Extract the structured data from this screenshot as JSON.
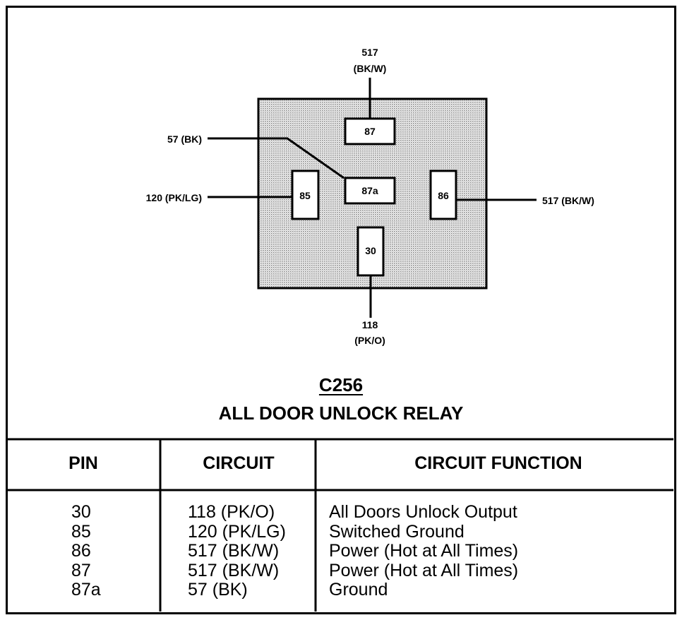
{
  "connector": {
    "id": "C256",
    "name": "ALL DOOR UNLOCK RELAY"
  },
  "pins": {
    "p87": "87",
    "p87a": "87a",
    "p85": "85",
    "p86": "86",
    "p30": "30"
  },
  "wires": {
    "top_circuit": "517",
    "top_color": "(BK/W)",
    "left_upper": "57 (BK)",
    "left_lower": "120 (PK/LG)",
    "right": "517 (BK/W)",
    "bottom_circuit": "118",
    "bottom_color": "(PK/O)"
  },
  "table": {
    "headers": {
      "pin": "PIN",
      "circuit": "CIRCUIT",
      "function": "CIRCUIT FUNCTION"
    },
    "rows": [
      {
        "pin": "30",
        "circuit": "118 (PK/O)",
        "function": "All Doors Unlock Output"
      },
      {
        "pin": "85",
        "circuit": "120 (PK/LG)",
        "function": "Switched Ground"
      },
      {
        "pin": "86",
        "circuit": "517 (BK/W)",
        "function": "Power (Hot at All Times)"
      },
      {
        "pin": "87",
        "circuit": "517 (BK/W)",
        "function": "Power (Hot at All Times)"
      },
      {
        "pin": "87a",
        "circuit": "57 (BK)",
        "function": "Ground"
      }
    ]
  },
  "colors": {
    "line": "#000000",
    "body_fill": "#d9d9d9",
    "background": "#ffffff"
  }
}
